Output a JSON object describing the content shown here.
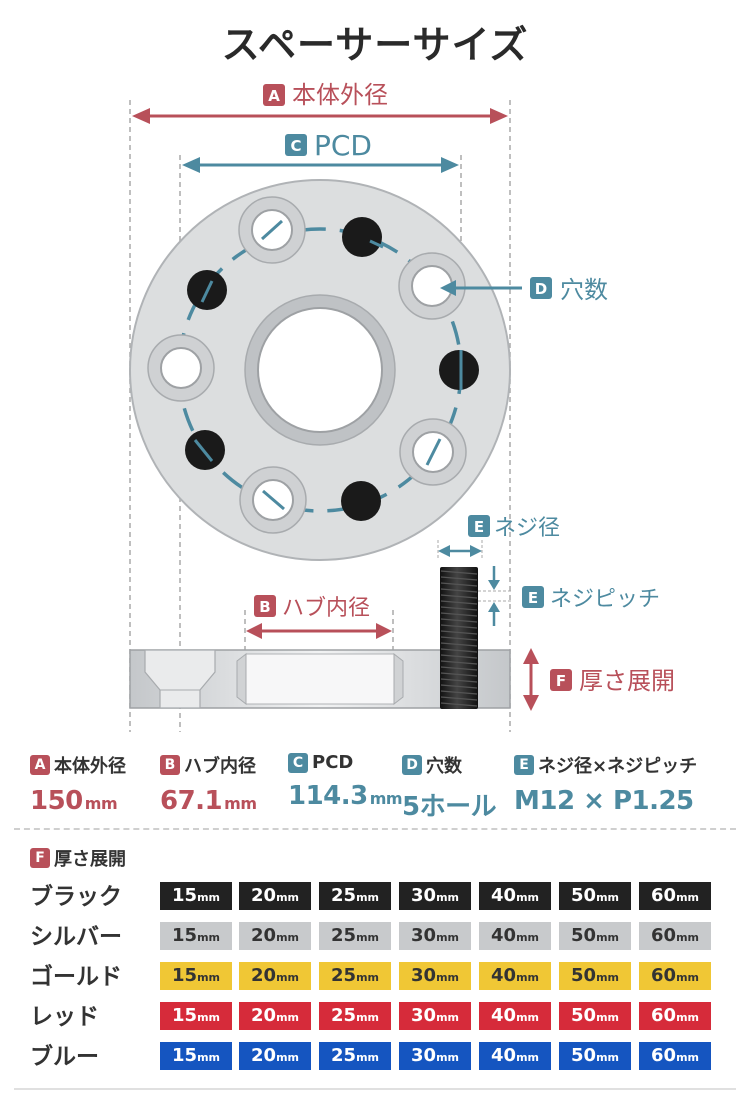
{
  "title": "スペーサーサイズ",
  "colors": {
    "red": "#b8505a",
    "teal": "#4d8aa0",
    "dark": "#222222",
    "silver": "#c8cacc",
    "gold": "#f0c735",
    "crimson": "#d62b3a",
    "blue": "#1555c0"
  },
  "diagram": {
    "a_badge": "A",
    "a_label": "本体外径",
    "c_badge": "C",
    "c_label": "PCD",
    "d_badge": "D",
    "d_label": "穴数",
    "e_badge": "E",
    "e_label": "ネジ径",
    "e2_badge": "E",
    "e2_label": "ネジピッチ",
    "b_badge": "B",
    "b_label": "ハブ内径",
    "f_badge": "F",
    "f_label": "厚さ展開"
  },
  "specs": [
    {
      "badge": "A",
      "label": "本体外径",
      "value": "150",
      "unit": "mm",
      "color": "#b8505a"
    },
    {
      "badge": "B",
      "label": "ハブ内径",
      "value": "67.1",
      "unit": "mm",
      "color": "#b8505a"
    },
    {
      "badge": "C",
      "label": "PCD",
      "value": "114.3",
      "unit": "mm",
      "color": "#4d8aa0"
    },
    {
      "badge": "D",
      "label": "穴数",
      "value": "5ホール",
      "unit": "",
      "color": "#4d8aa0"
    },
    {
      "badge": "E",
      "label": "ネジ径×ネジピッチ",
      "value": "M12 × P1.25",
      "unit": "",
      "color": "#4d8aa0"
    }
  ],
  "thickness": {
    "badge": "F",
    "label": "厚さ展開",
    "sizes": [
      "15",
      "20",
      "25",
      "30",
      "40",
      "50",
      "60"
    ],
    "unit": "mm",
    "rows": [
      {
        "name": "ブラック",
        "bg": "#222222",
        "fg": "#ffffff"
      },
      {
        "name": "シルバー",
        "bg": "#c8cacc",
        "fg": "#333333"
      },
      {
        "name": "ゴールド",
        "bg": "#f0c735",
        "fg": "#333333"
      },
      {
        "name": "レッド",
        "bg": "#d62b3a",
        "fg": "#ffffff"
      },
      {
        "name": "ブルー",
        "bg": "#1555c0",
        "fg": "#ffffff"
      }
    ]
  }
}
